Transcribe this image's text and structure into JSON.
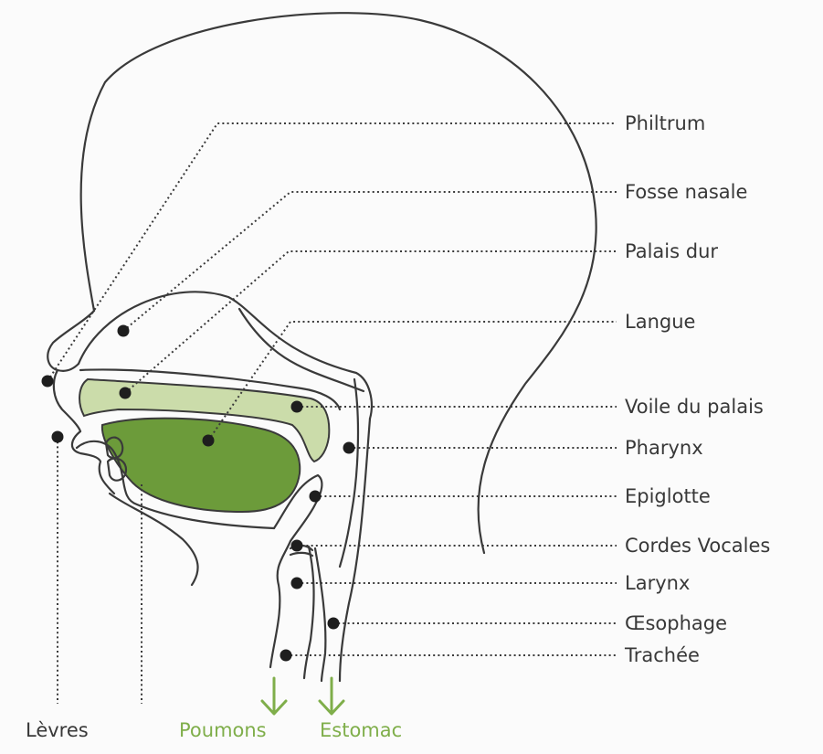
{
  "colors": {
    "background": "#fbfbfb",
    "tongue": "#6c9b3a",
    "palate": "#cbdcaa",
    "accent_green": "#7fae4a",
    "line": "#3a3a3a"
  },
  "labels_right": [
    "Philtrum",
    "Fosse nasale",
    "Palais dur",
    "Langue",
    "Voile du palais",
    "Pharynx",
    "Epiglotte",
    "Cordes Vocales",
    "Larynx",
    "Œsophage",
    "Trachée"
  ],
  "labels_bottom": {
    "lips": "Lèvres",
    "lungs": "Poumons",
    "stomach": "Estomac"
  }
}
